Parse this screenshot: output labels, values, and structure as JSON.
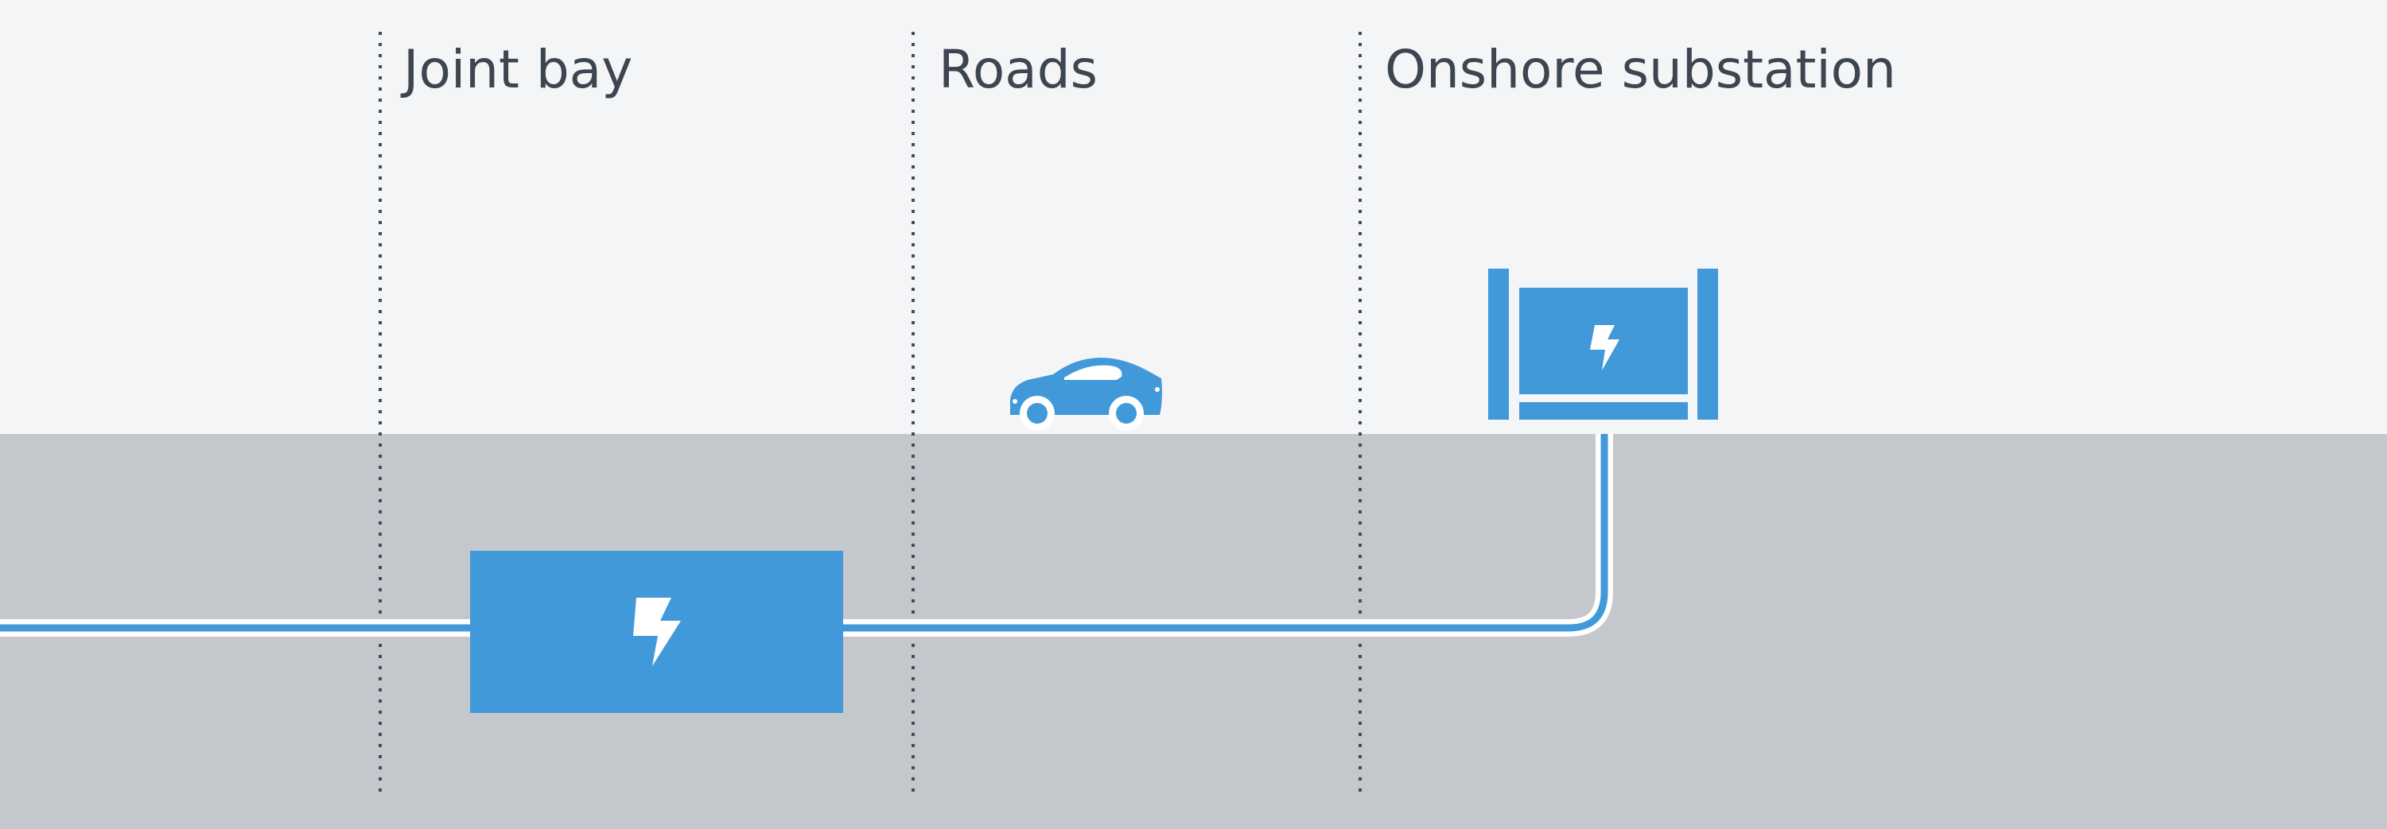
{
  "zones": [
    {
      "label": "Joint bay"
    },
    {
      "label": "Roads"
    },
    {
      "label": "Onshore substation"
    }
  ],
  "colors": {
    "sky": "#f4f5f7",
    "ground": "#c4c7cc",
    "accent": "#4299da",
    "line": "#ffffff",
    "divider": "#444c56",
    "text": "#3c4550"
  },
  "icons": {
    "joint_bay": "lightning-bolt-icon",
    "roads": "car-icon",
    "substation": "lightning-bolt-icon"
  }
}
